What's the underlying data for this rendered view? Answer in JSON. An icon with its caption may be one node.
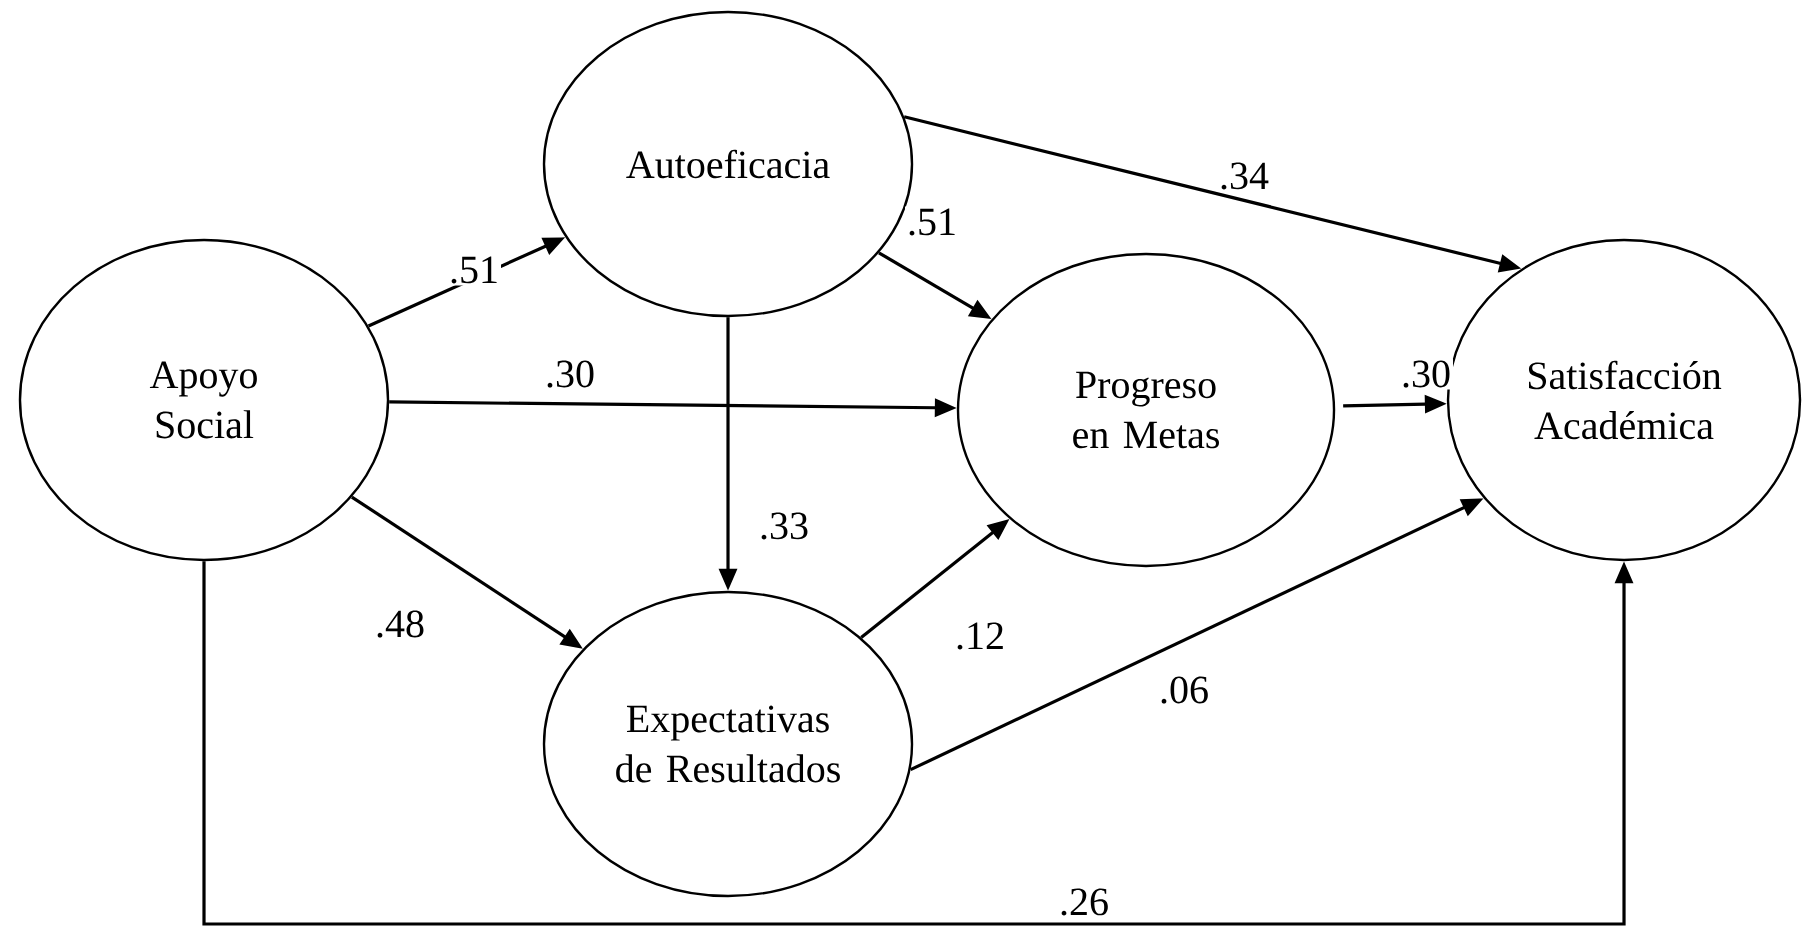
{
  "diagram": {
    "nodes": [
      {
        "text": [
          "Apoyo Social"
        ]
      },
      {
        "text": [
          "Autoeficacia"
        ]
      },
      {
        "text": [
          "Progreso en Metas"
        ]
      },
      {
        "text": [
          "Satisfacción Académica"
        ]
      },
      {
        "text": [
          "Expectativas de Resultados"
        ]
      }
    ],
    "edges": [
      {
        "from": 0,
        "to": 1,
        "arrow": "to",
        "label": ".51"
      },
      {
        "from": 0,
        "to": 2,
        "arrow": "to",
        "label": ".30"
      },
      {
        "from": 0,
        "to": 4,
        "arrow": "to",
        "label": ".48"
      },
      {
        "from": 1,
        "to": 2,
        "arrow": "to",
        "label": ".51"
      },
      {
        "from": 1,
        "to": 3,
        "arrow": "to",
        "label": ".34"
      },
      {
        "from": 1,
        "to": 4,
        "arrow": "to",
        "label": ".33"
      },
      {
        "from": 2,
        "to": 3,
        "arrow": "to",
        "label": ".30"
      },
      {
        "from": 4,
        "to": 2,
        "arrow": "to",
        "label": ".12"
      },
      {
        "from": 4,
        "to": 3,
        "arrow": "to",
        "label": ".06"
      },
      {
        "from": 0,
        "to": 3,
        "arrow": "to",
        "label": ".26"
      }
    ]
  }
}
